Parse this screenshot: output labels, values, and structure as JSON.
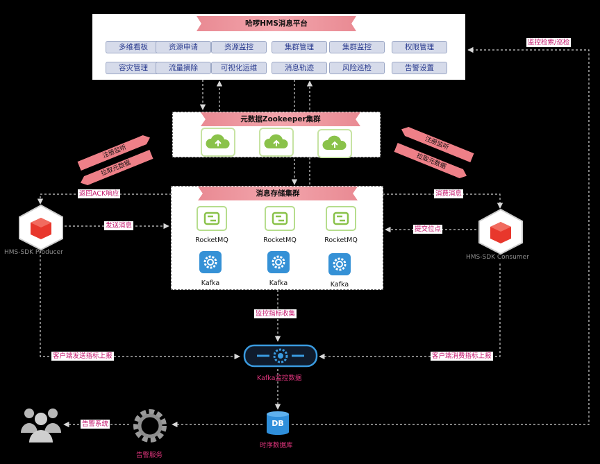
{
  "platform": {
    "title": "哈啰HMS消息平台",
    "modules_row1": [
      "多维看板",
      "资源申请",
      "资源监控",
      "集群管理",
      "集群监控",
      "权限管理"
    ],
    "modules_row2": [
      "容灾管理",
      "流量摘除",
      "可视化运维",
      "消息轨迹",
      "风险巡检",
      "告警设置"
    ]
  },
  "zookeeper": {
    "title": "元数据Zookeeper集群"
  },
  "storage": {
    "title": "消息存储集群",
    "rocketmq_label": "RocketMQ",
    "kafka_label": "Kafka"
  },
  "producer": {
    "label": "HMS-SDK Producer"
  },
  "consumer": {
    "label": "HMS-SDK Consumer"
  },
  "flows": {
    "register_listen": "注册监听",
    "pull_metadata": "拉取元数据",
    "return_ack": "返回ACK响应",
    "send_message": "发送消息",
    "consume_message": "消费消息",
    "commit_offset": "提交位点",
    "monitor_search": "监控检索/巡检",
    "metrics_collect": "监控指标收集",
    "client_send_report": "客户端发送指标上报",
    "client_consume_report": "客户端消费指标上报",
    "alert_system": "告警系统"
  },
  "kafka_monitor": {
    "label": "Kafka监控数据"
  },
  "tsdb": {
    "icon_text": "DB",
    "label": "时序数据库"
  },
  "alert_service": {
    "label": "告警服务"
  },
  "colors": {
    "accent_pink": "#e0357d",
    "kafka_blue": "#3591d6",
    "banner": "#ef9aa2"
  }
}
